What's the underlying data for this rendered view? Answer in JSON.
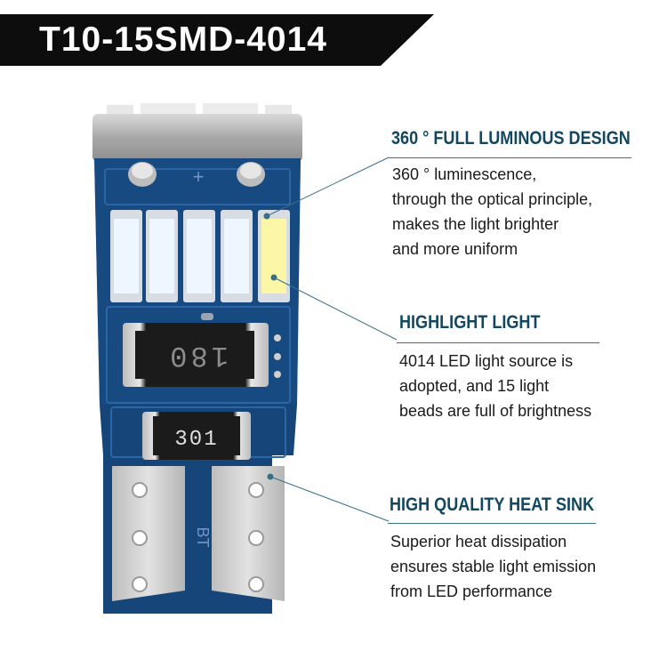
{
  "banner": {
    "title": "T10-15SMD-4014"
  },
  "product": {
    "plus_label": "+",
    "resistor_1_code": "180",
    "resistor_2_code": "301",
    "pcb_marking": "BT"
  },
  "features": [
    {
      "title": "360 ° FULL LUMINOUS DESIGN",
      "lines": [
        "360 ° luminescence,",
        "through the optical principle,",
        "makes the light brighter",
        "and more uniform"
      ]
    },
    {
      "title": "HIGHLIGHT LIGHT",
      "lines": [
        "4014 LED light source is",
        "adopted, and 15 light",
        "beads are full of brightness"
      ]
    },
    {
      "title": "HIGH QUALITY HEAT SINK",
      "lines": [
        "Superior heat dissipation",
        "ensures stable light emission",
        "from LED performance"
      ]
    }
  ],
  "colors": {
    "banner": "#0d0d0d",
    "pcb": "#16457a",
    "accent": "#12485f",
    "led": "#eef6ff"
  }
}
